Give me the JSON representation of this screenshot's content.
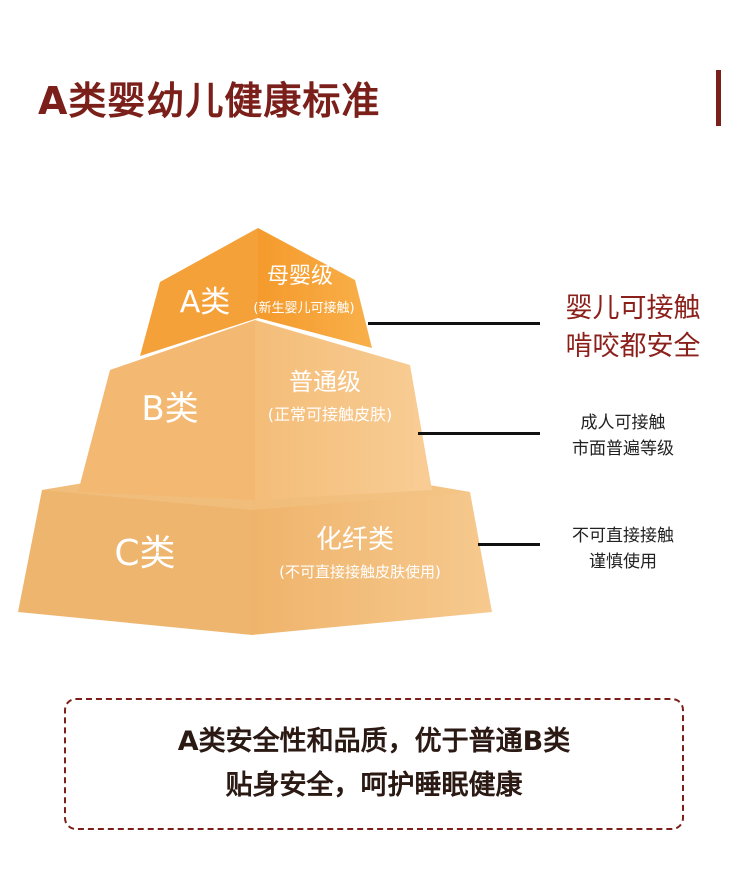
{
  "header": {
    "title": "A类婴幼儿健康标准"
  },
  "pyramid": {
    "tiers": [
      {
        "class_label": "A类",
        "level_name": "母婴级",
        "level_desc": "(新生婴儿可接触)",
        "note_lines": [
          "婴儿可接触",
          "啃咬都安全"
        ]
      },
      {
        "class_label": "B类",
        "level_name": "普通级",
        "level_desc": "(正常可接触皮肤)",
        "note_lines": [
          "成人可接触",
          "市面普遍等级"
        ]
      },
      {
        "class_label": "C类",
        "level_name": "化纤类",
        "level_desc": "(不可直接接触皮肤使用)",
        "note_lines": [
          "不可直接接触",
          "谨慎使用"
        ]
      }
    ],
    "colors": {
      "tier_a_front": "#f7a233",
      "tier_a_side": "#f8b14a",
      "tier_b_front": "#f6c17f",
      "tier_b_side": "#f7c98e",
      "tier_c_front": "#f2bc79",
      "tier_c_side": "#f5c88d",
      "note_accent": "#8b1f1a"
    }
  },
  "summary": {
    "line1": "A类安全性和品质，优于普通B类",
    "line2": "贴身安全，呵护睡眠健康"
  }
}
